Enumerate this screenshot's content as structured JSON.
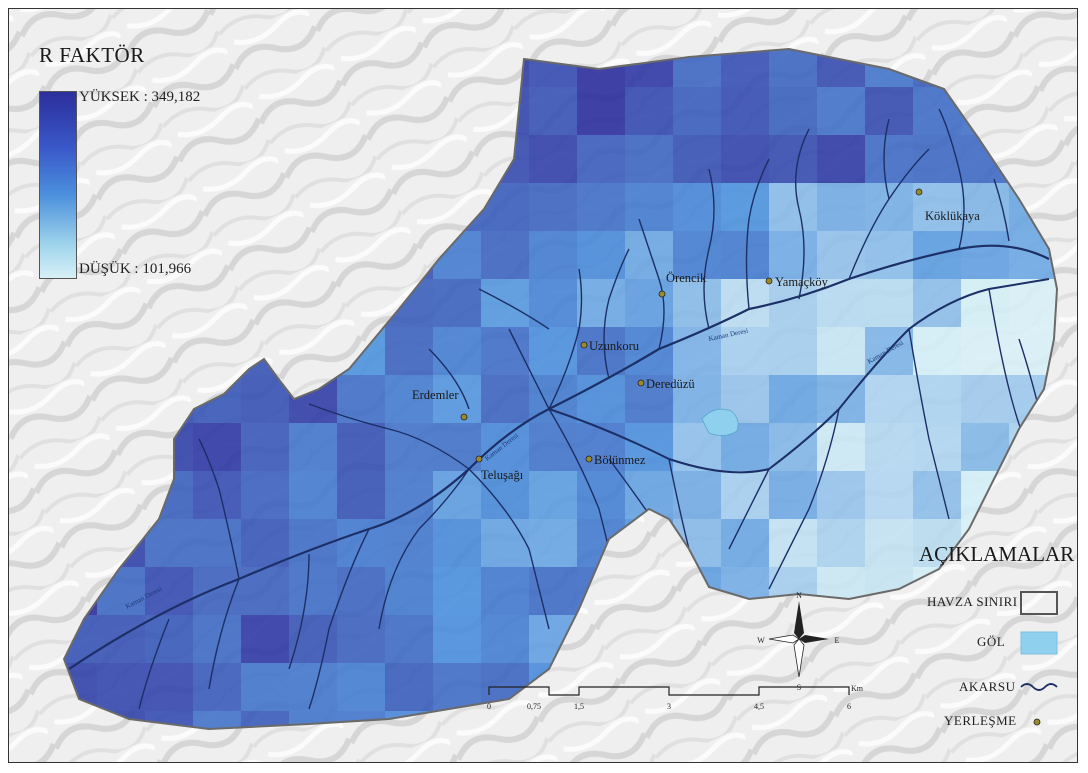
{
  "legend": {
    "title": "R FAKTÖR",
    "high_label": "YÜKSEK : 349,182",
    "low_label": "DÜŞÜK : 101,966"
  },
  "legend2": {
    "title": "AÇIKLAMALAR",
    "items": [
      {
        "label": "HAVZA SINIRI"
      },
      {
        "label": "GÖL"
      },
      {
        "label": "AKARSU"
      },
      {
        "label": "YERLEŞME"
      }
    ]
  },
  "settlements": [
    {
      "name": "Köklükaya"
    },
    {
      "name": "Yamaçköy"
    },
    {
      "name": "Örencik"
    },
    {
      "name": "Uzunkoru"
    },
    {
      "name": "Deredüzü"
    },
    {
      "name": "Erdemler"
    },
    {
      "name": "Bölünmez"
    },
    {
      "name": "Teluşağı"
    }
  ],
  "streams": {
    "main_name": "Kaman Deresi"
  },
  "scale": {
    "ticks": [
      "0",
      "0,75",
      "1,5",
      "3",
      "4,5",
      "6"
    ],
    "unit": "Km"
  },
  "north_arrow": {
    "n": "N",
    "s": "S",
    "e": "E",
    "w": "W"
  },
  "colors": {
    "high": "#2c2e9c",
    "low": "#d7f0f6",
    "stream": "#1c2f66",
    "lake": "#8fd0ef",
    "settlement": "#9a8a2e"
  }
}
